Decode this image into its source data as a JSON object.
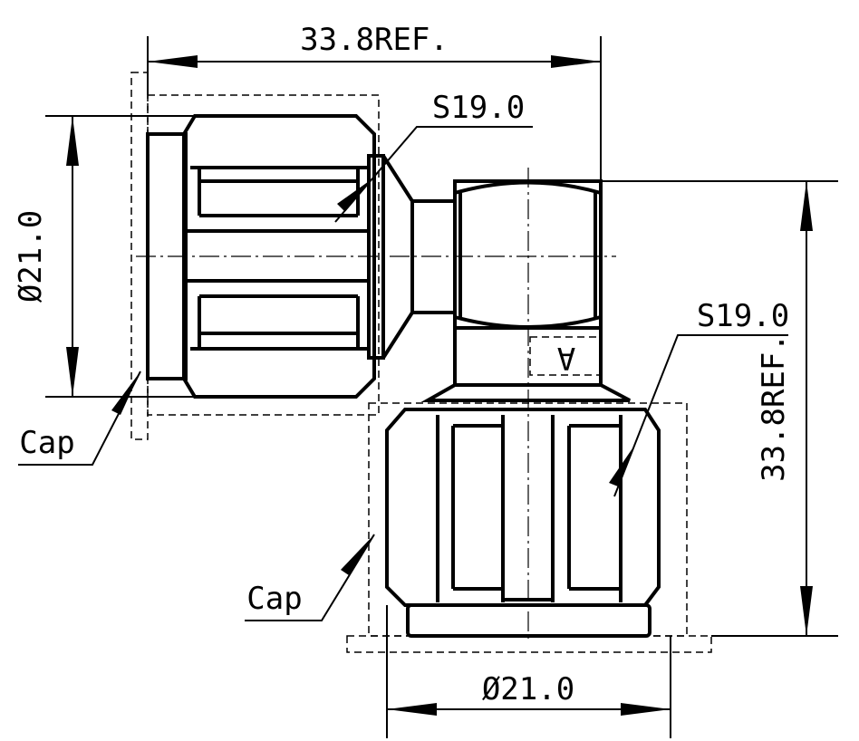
{
  "drawing": {
    "dim_top_width": "33.8REF.",
    "dim_right_height": "33.8REF.",
    "dim_left_diameter": "Ø21.0",
    "dim_bottom_diameter": "Ø21.0",
    "wrench_flat_upper": "S19.0",
    "wrench_flat_lower": "S19.0",
    "cap_label_left": "Cap",
    "cap_label_lower": "Cap",
    "view_marker": "A"
  }
}
